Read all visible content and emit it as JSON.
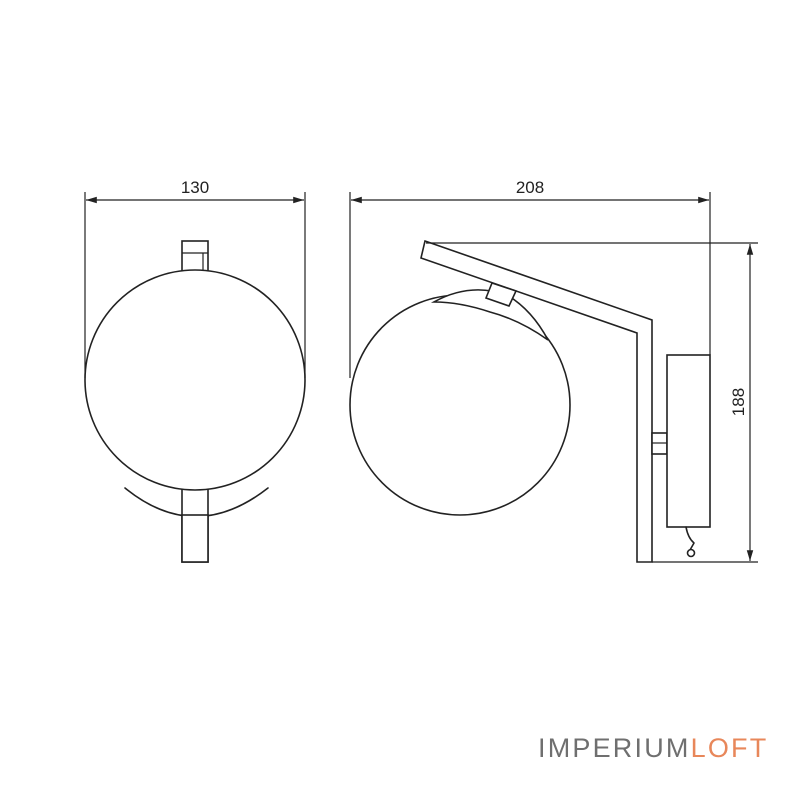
{
  "dimensions": {
    "front_width": "130",
    "side_width": "208",
    "side_height": "188"
  },
  "logo": {
    "part1": "IMPERIUM",
    "part2": "LOFT",
    "color_part1": "#6f6f6f",
    "color_part2": "#e8875a"
  },
  "views": [
    "front-view",
    "side-view"
  ]
}
